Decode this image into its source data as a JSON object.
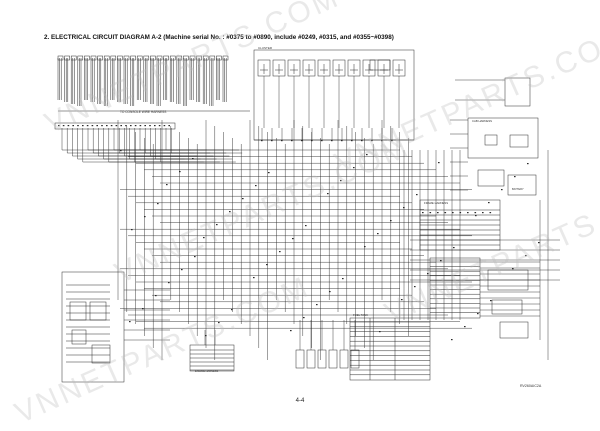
{
  "page": {
    "title": "2. ELECTRICAL CIRCUIT DIAGRAM A-2 (Machine serial No. : #0375 to #0890, include #0249, #0315, and #0355~#0398)",
    "page_number": "4-4",
    "drawing_code": "RV260AIC2A"
  },
  "watermark": {
    "text": "VNNETPARTS.COM",
    "color": "#bcbcbc"
  },
  "colors": {
    "line": "#2b2b2b",
    "background": "#ffffff"
  },
  "sections": {
    "console_harness": "TO CONSOLE WIRE HARNESS",
    "cluster": "CLUSTER",
    "cab_harness": "CAB HARNESS",
    "fuel_tank": "FUEL TANK",
    "frame_harness": "FRAME HARNESS",
    "engine_harness": "ENGINE HARNESS",
    "battery": "BATTERY"
  }
}
